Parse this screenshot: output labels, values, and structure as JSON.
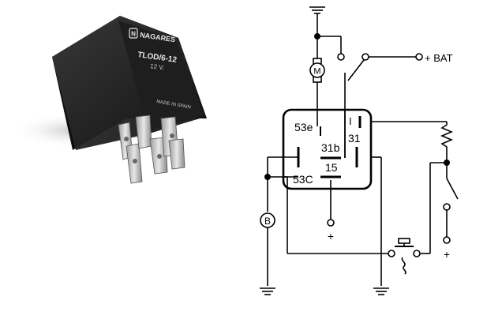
{
  "relay": {
    "brand": "NAGARES",
    "model": "TLOD/6-12",
    "voltage": "12 V.",
    "origin": "MADE IN SPAIN",
    "body_color": "#161616"
  },
  "schematic": {
    "terminals": {
      "t53e": "53e",
      "t31b": "31b",
      "t31": "31",
      "t53c": "53C",
      "t15": "15",
      "tI": "I"
    },
    "motor_label": "M",
    "battery_label": "+ BAT",
    "b_label": "B",
    "plus_1": "+",
    "plus_2": "+",
    "line_color": "#000000"
  }
}
